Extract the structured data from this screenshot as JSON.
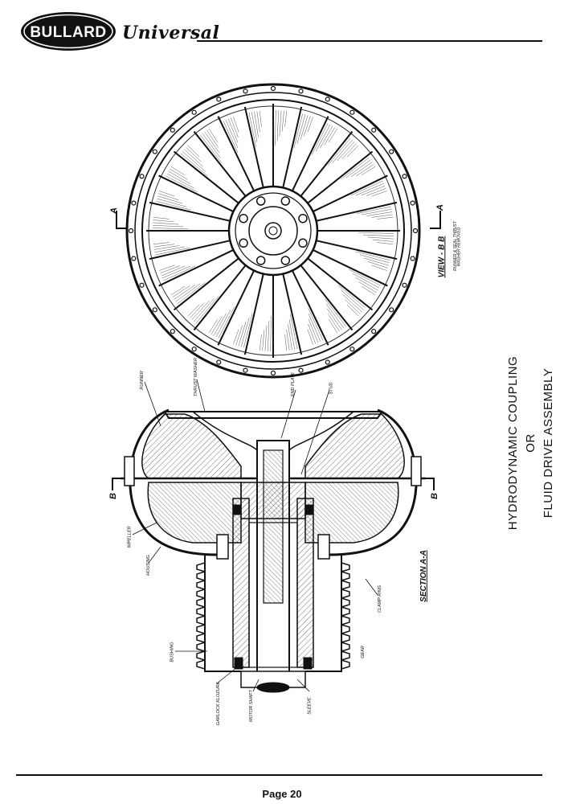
{
  "header": {
    "brand_logo_text": "BULLARD",
    "brand_script": "Universal"
  },
  "title": {
    "line1": "HYDRODYNAMIC COUPLING",
    "line2": "OR",
    "line3": "FLUID DRIVE ASSEMBLY"
  },
  "view_label": {
    "title": "VIEW - B B",
    "sub1": "RUNNER & SEAL THRUST",
    "sub2": "WASHER REMOVED"
  },
  "section_label": "SECTION A-A",
  "section_markers": {
    "a_left": "A",
    "a_right": "A",
    "b_left": "B",
    "b_right": "B"
  },
  "callouts": {
    "runner": "RUNNER",
    "thrust_washer": "THRUST WASHER",
    "end_plate": "END PLATE",
    "stud": "STUD",
    "impeller": "IMPELLER",
    "housing": "HOUSING",
    "clamp_ring": "CLAMP RING",
    "bushing": "BUSHING",
    "gear": "GEAR",
    "garlock_klozure": "GARLOCK KLOZURE",
    "motor_shaft": "MOTOR SHAFT",
    "sleeve": "SLEEVE"
  },
  "footer": {
    "page": "Page 20"
  }
}
